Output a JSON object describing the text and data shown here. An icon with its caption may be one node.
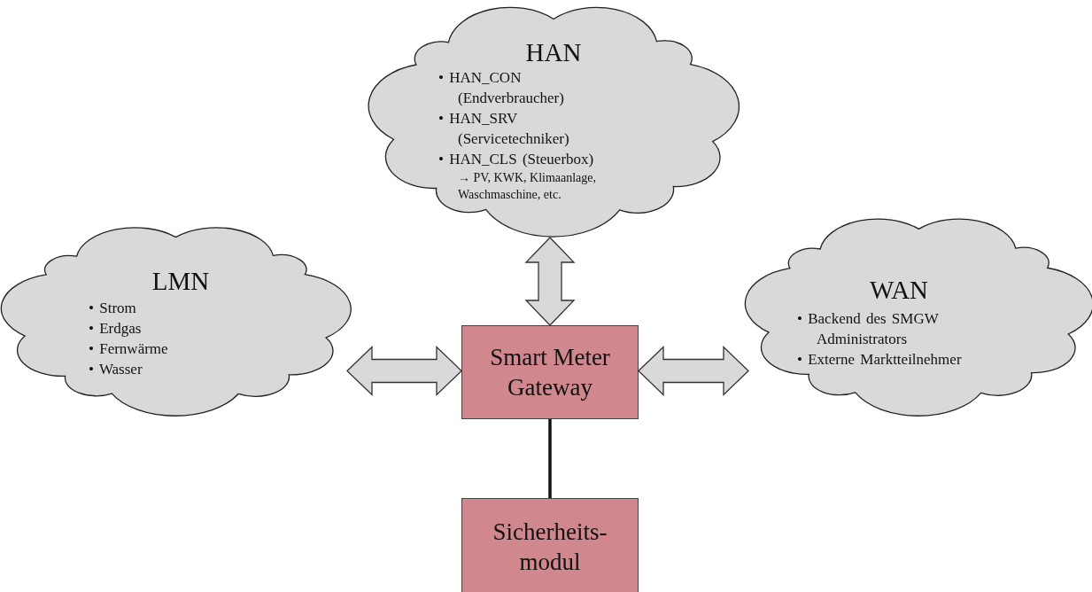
{
  "diagram": {
    "nodes": [
      {
        "text": [
          "HAN",
          "• HAN_CON (Endverbraucher)",
          "• HAN_SRV (Servicetechniker)",
          "• HAN_CLS (Steuerbox)",
          "→ PV, KWK, Klimaanlage, Waschmaschine, etc."
        ]
      },
      {
        "text": [
          "LMN",
          "• Strom",
          "• Erdgas",
          "• Fernwärme",
          "• Wasser"
        ]
      },
      {
        "text": [
          "Smart Meter Gateway"
        ]
      },
      {
        "text": [
          "WAN",
          "• Backend des SMGW Administrators",
          "• Externe Marktteilnehmer"
        ]
      },
      {
        "text": [
          "Sicherheits- modul"
        ]
      }
    ],
    "edges": [
      {
        "from": 0,
        "to": 2,
        "arrow": "both",
        "style": "thick"
      },
      {
        "from": 1,
        "to": 2,
        "arrow": "both",
        "style": "thick"
      },
      {
        "from": 2,
        "to": 3,
        "arrow": "both",
        "style": "thick"
      },
      {
        "from": 2,
        "to": 4,
        "arrow": "none"
      }
    ]
  }
}
